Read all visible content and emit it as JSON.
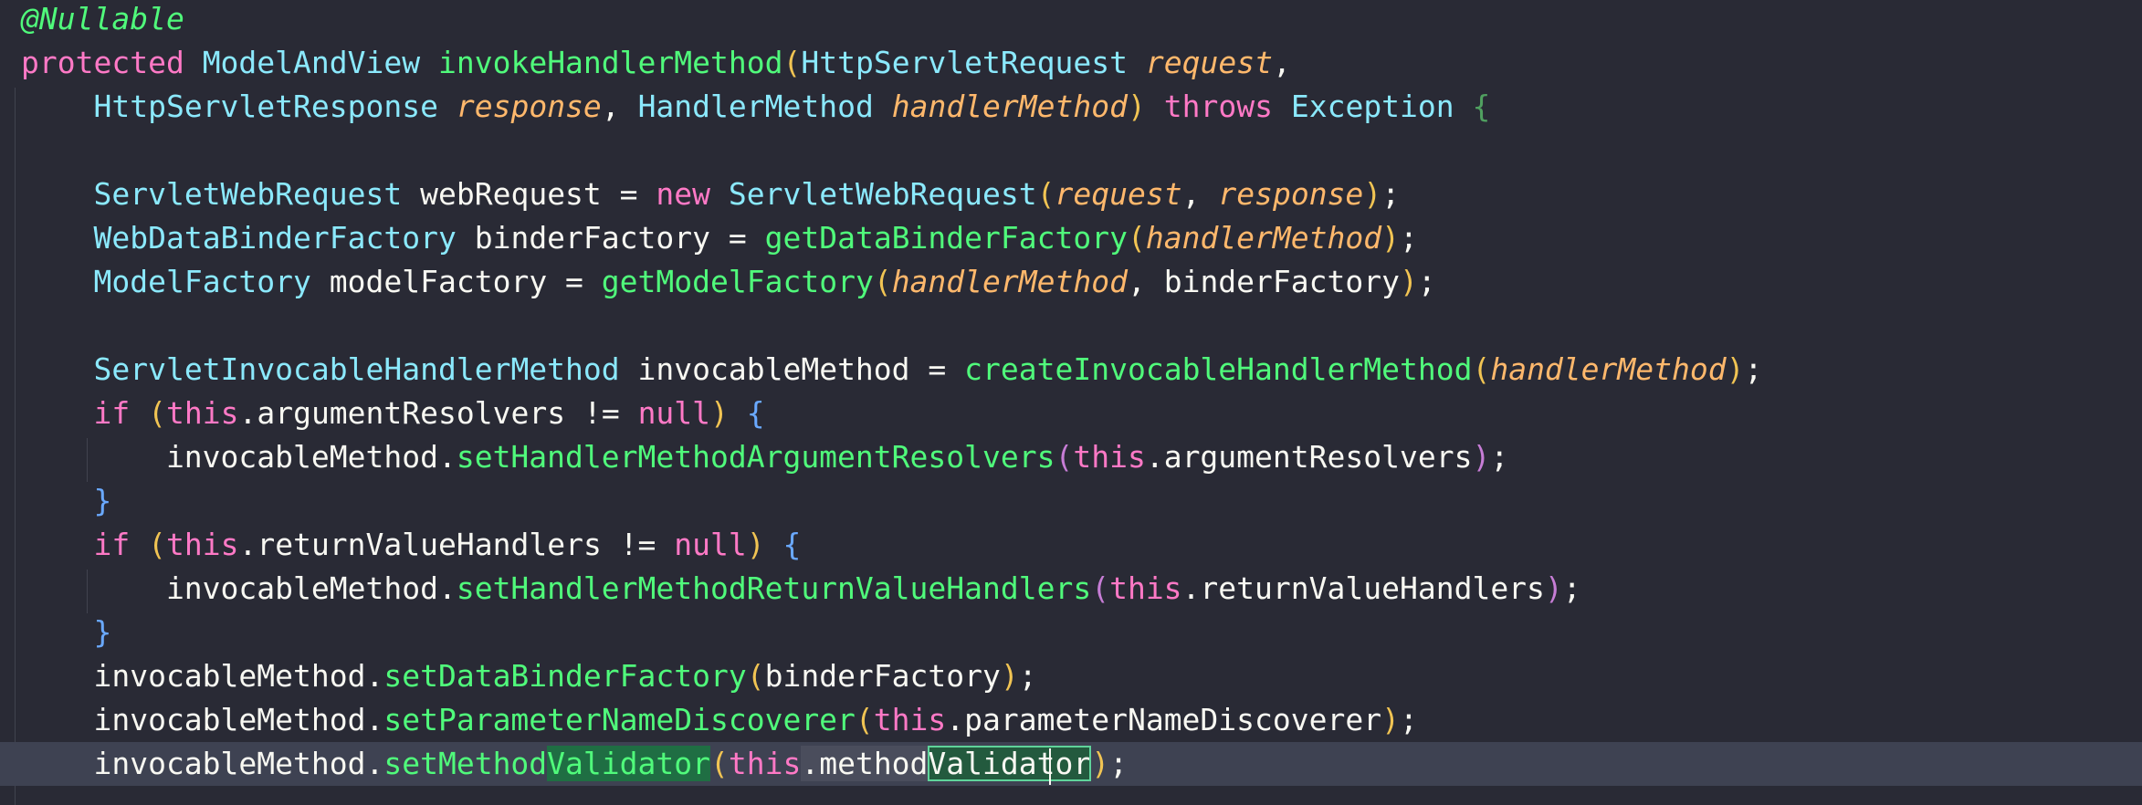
{
  "editor": {
    "language": "Java",
    "theme_colors": {
      "background": "#292a35",
      "current_line": "#3e4252",
      "keyword": "#ff79c6",
      "type": "#8be9fd",
      "function": "#50fa7b",
      "parameter": "#ffb86c",
      "identifier": "#f8f8f2",
      "occurrence_highlight": "#1f6e43"
    },
    "current_line_index": 17,
    "lines": [
      {
        "tokens": [
          {
            "t": "@Nullable",
            "c": "ann"
          }
        ]
      },
      {
        "tokens": [
          {
            "t": "protected",
            "c": "kw"
          },
          {
            "t": " ",
            "c": "ident"
          },
          {
            "t": "ModelAndView",
            "c": "type"
          },
          {
            "t": " ",
            "c": "ident"
          },
          {
            "t": "invokeHandlerMethod",
            "c": "fn"
          },
          {
            "t": "(",
            "c": "p1"
          },
          {
            "t": "HttpServletRequest",
            "c": "type"
          },
          {
            "t": " ",
            "c": "ident"
          },
          {
            "t": "request",
            "c": "param"
          },
          {
            "t": ",",
            "c": "punct"
          }
        ]
      },
      {
        "tokens": [
          {
            "t": "    ",
            "c": "ident"
          },
          {
            "t": "HttpServletResponse",
            "c": "type"
          },
          {
            "t": " ",
            "c": "ident"
          },
          {
            "t": "response",
            "c": "param"
          },
          {
            "t": ", ",
            "c": "punct"
          },
          {
            "t": "HandlerMethod",
            "c": "type"
          },
          {
            "t": " ",
            "c": "ident"
          },
          {
            "t": "handlerMethod",
            "c": "param"
          },
          {
            "t": ")",
            "c": "p1"
          },
          {
            "t": " ",
            "c": "ident"
          },
          {
            "t": "throws",
            "c": "kw"
          },
          {
            "t": " ",
            "c": "ident"
          },
          {
            "t": "Exception",
            "c": "type"
          },
          {
            "t": " ",
            "c": "ident"
          },
          {
            "t": "{",
            "c": "b2"
          }
        ]
      },
      {
        "tokens": []
      },
      {
        "tokens": [
          {
            "t": "    ",
            "c": "ident"
          },
          {
            "t": "ServletWebRequest",
            "c": "type"
          },
          {
            "t": " webRequest = ",
            "c": "ident"
          },
          {
            "t": "new",
            "c": "kw"
          },
          {
            "t": " ",
            "c": "ident"
          },
          {
            "t": "ServletWebRequest",
            "c": "type"
          },
          {
            "t": "(",
            "c": "p1"
          },
          {
            "t": "request",
            "c": "param"
          },
          {
            "t": ", ",
            "c": "punct"
          },
          {
            "t": "response",
            "c": "param"
          },
          {
            "t": ")",
            "c": "p1"
          },
          {
            "t": ";",
            "c": "punct"
          }
        ]
      },
      {
        "tokens": [
          {
            "t": "    ",
            "c": "ident"
          },
          {
            "t": "WebDataBinderFactory",
            "c": "type"
          },
          {
            "t": " binderFactory = ",
            "c": "ident"
          },
          {
            "t": "getDataBinderFactory",
            "c": "fn"
          },
          {
            "t": "(",
            "c": "p1"
          },
          {
            "t": "handlerMethod",
            "c": "param"
          },
          {
            "t": ")",
            "c": "p1"
          },
          {
            "t": ";",
            "c": "punct"
          }
        ]
      },
      {
        "tokens": [
          {
            "t": "    ",
            "c": "ident"
          },
          {
            "t": "ModelFactory",
            "c": "type"
          },
          {
            "t": " modelFactory = ",
            "c": "ident"
          },
          {
            "t": "getModelFactory",
            "c": "fn"
          },
          {
            "t": "(",
            "c": "p1"
          },
          {
            "t": "handlerMethod",
            "c": "param"
          },
          {
            "t": ", binderFactory",
            "c": "ident"
          },
          {
            "t": ")",
            "c": "p1"
          },
          {
            "t": ";",
            "c": "punct"
          }
        ]
      },
      {
        "tokens": []
      },
      {
        "tokens": [
          {
            "t": "    ",
            "c": "ident"
          },
          {
            "t": "ServletInvocableHandlerMethod",
            "c": "type"
          },
          {
            "t": " invocableMethod = ",
            "c": "ident"
          },
          {
            "t": "createInvocableHandlerMethod",
            "c": "fn"
          },
          {
            "t": "(",
            "c": "p1"
          },
          {
            "t": "handlerMethod",
            "c": "param"
          },
          {
            "t": ")",
            "c": "p1"
          },
          {
            "t": ";",
            "c": "punct"
          }
        ]
      },
      {
        "tokens": [
          {
            "t": "    ",
            "c": "ident"
          },
          {
            "t": "if",
            "c": "kw"
          },
          {
            "t": " ",
            "c": "ident"
          },
          {
            "t": "(",
            "c": "p1"
          },
          {
            "t": "this",
            "c": "kw"
          },
          {
            "t": ".argumentResolvers != ",
            "c": "ident"
          },
          {
            "t": "null",
            "c": "kw"
          },
          {
            "t": ")",
            "c": "p1"
          },
          {
            "t": " ",
            "c": "ident"
          },
          {
            "t": "{",
            "c": "b1"
          }
        ]
      },
      {
        "tokens": [
          {
            "t": "        invocableMethod.",
            "c": "ident"
          },
          {
            "t": "setHandlerMethodArgumentResolvers",
            "c": "fn"
          },
          {
            "t": "(",
            "c": "p2"
          },
          {
            "t": "this",
            "c": "kw"
          },
          {
            "t": ".argumentResolvers",
            "c": "ident"
          },
          {
            "t": ")",
            "c": "p2"
          },
          {
            "t": ";",
            "c": "punct"
          }
        ]
      },
      {
        "tokens": [
          {
            "t": "    ",
            "c": "ident"
          },
          {
            "t": "}",
            "c": "b1"
          }
        ]
      },
      {
        "tokens": [
          {
            "t": "    ",
            "c": "ident"
          },
          {
            "t": "if",
            "c": "kw"
          },
          {
            "t": " ",
            "c": "ident"
          },
          {
            "t": "(",
            "c": "p1"
          },
          {
            "t": "this",
            "c": "kw"
          },
          {
            "t": ".returnValueHandlers != ",
            "c": "ident"
          },
          {
            "t": "null",
            "c": "kw"
          },
          {
            "t": ")",
            "c": "p1"
          },
          {
            "t": " ",
            "c": "ident"
          },
          {
            "t": "{",
            "c": "b1"
          }
        ]
      },
      {
        "tokens": [
          {
            "t": "        invocableMethod.",
            "c": "ident"
          },
          {
            "t": "setHandlerMethodReturnValueHandlers",
            "c": "fn"
          },
          {
            "t": "(",
            "c": "p2"
          },
          {
            "t": "this",
            "c": "kw"
          },
          {
            "t": ".returnValueHandlers",
            "c": "ident"
          },
          {
            "t": ")",
            "c": "p2"
          },
          {
            "t": ";",
            "c": "punct"
          }
        ]
      },
      {
        "tokens": [
          {
            "t": "    ",
            "c": "ident"
          },
          {
            "t": "}",
            "c": "b1"
          }
        ]
      },
      {
        "tokens": [
          {
            "t": "    invocableMethod.",
            "c": "ident"
          },
          {
            "t": "setDataBinderFactory",
            "c": "fn"
          },
          {
            "t": "(",
            "c": "p1"
          },
          {
            "t": "binderFactory",
            "c": "ident"
          },
          {
            "t": ")",
            "c": "p1"
          },
          {
            "t": ";",
            "c": "punct"
          }
        ]
      },
      {
        "tokens": [
          {
            "t": "    invocableMethod.",
            "c": "ident"
          },
          {
            "t": "setParameterNameDiscoverer",
            "c": "fn"
          },
          {
            "t": "(",
            "c": "p1"
          },
          {
            "t": "this",
            "c": "kw"
          },
          {
            "t": ".parameterNameDiscoverer",
            "c": "ident"
          },
          {
            "t": ")",
            "c": "p1"
          },
          {
            "t": ";",
            "c": "punct"
          }
        ]
      },
      {
        "tokens": [
          {
            "t": "    invocableMethod.",
            "c": "ident"
          },
          {
            "t": "setMethod",
            "c": "fn"
          },
          {
            "t": "Validator",
            "c": "fn",
            "h": "fill"
          },
          {
            "t": "(",
            "c": "p1"
          },
          {
            "t": "this",
            "c": "kw"
          },
          {
            "t": ".method",
            "c": "ident",
            "h": "soft"
          },
          {
            "t": "Validator",
            "c": "ident",
            "h": "box"
          },
          {
            "t": ")",
            "c": "p1"
          },
          {
            "t": ";",
            "c": "punct"
          }
        ]
      }
    ]
  }
}
